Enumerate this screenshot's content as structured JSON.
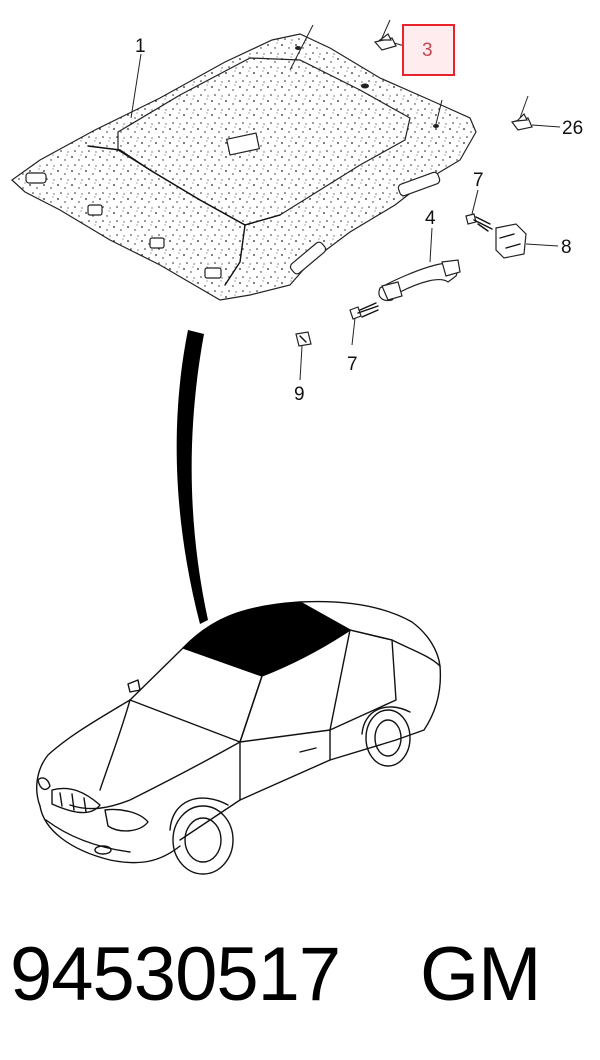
{
  "callouts": {
    "c1": "1",
    "c3": "3",
    "c26": "26",
    "c7a": "7",
    "c4": "4",
    "c8": "8",
    "c7b": "7",
    "c9": "9"
  },
  "highlight": {
    "callout": "3",
    "color": "#e8232c"
  },
  "footer": {
    "part_number": "94530517",
    "brand": "GM"
  }
}
